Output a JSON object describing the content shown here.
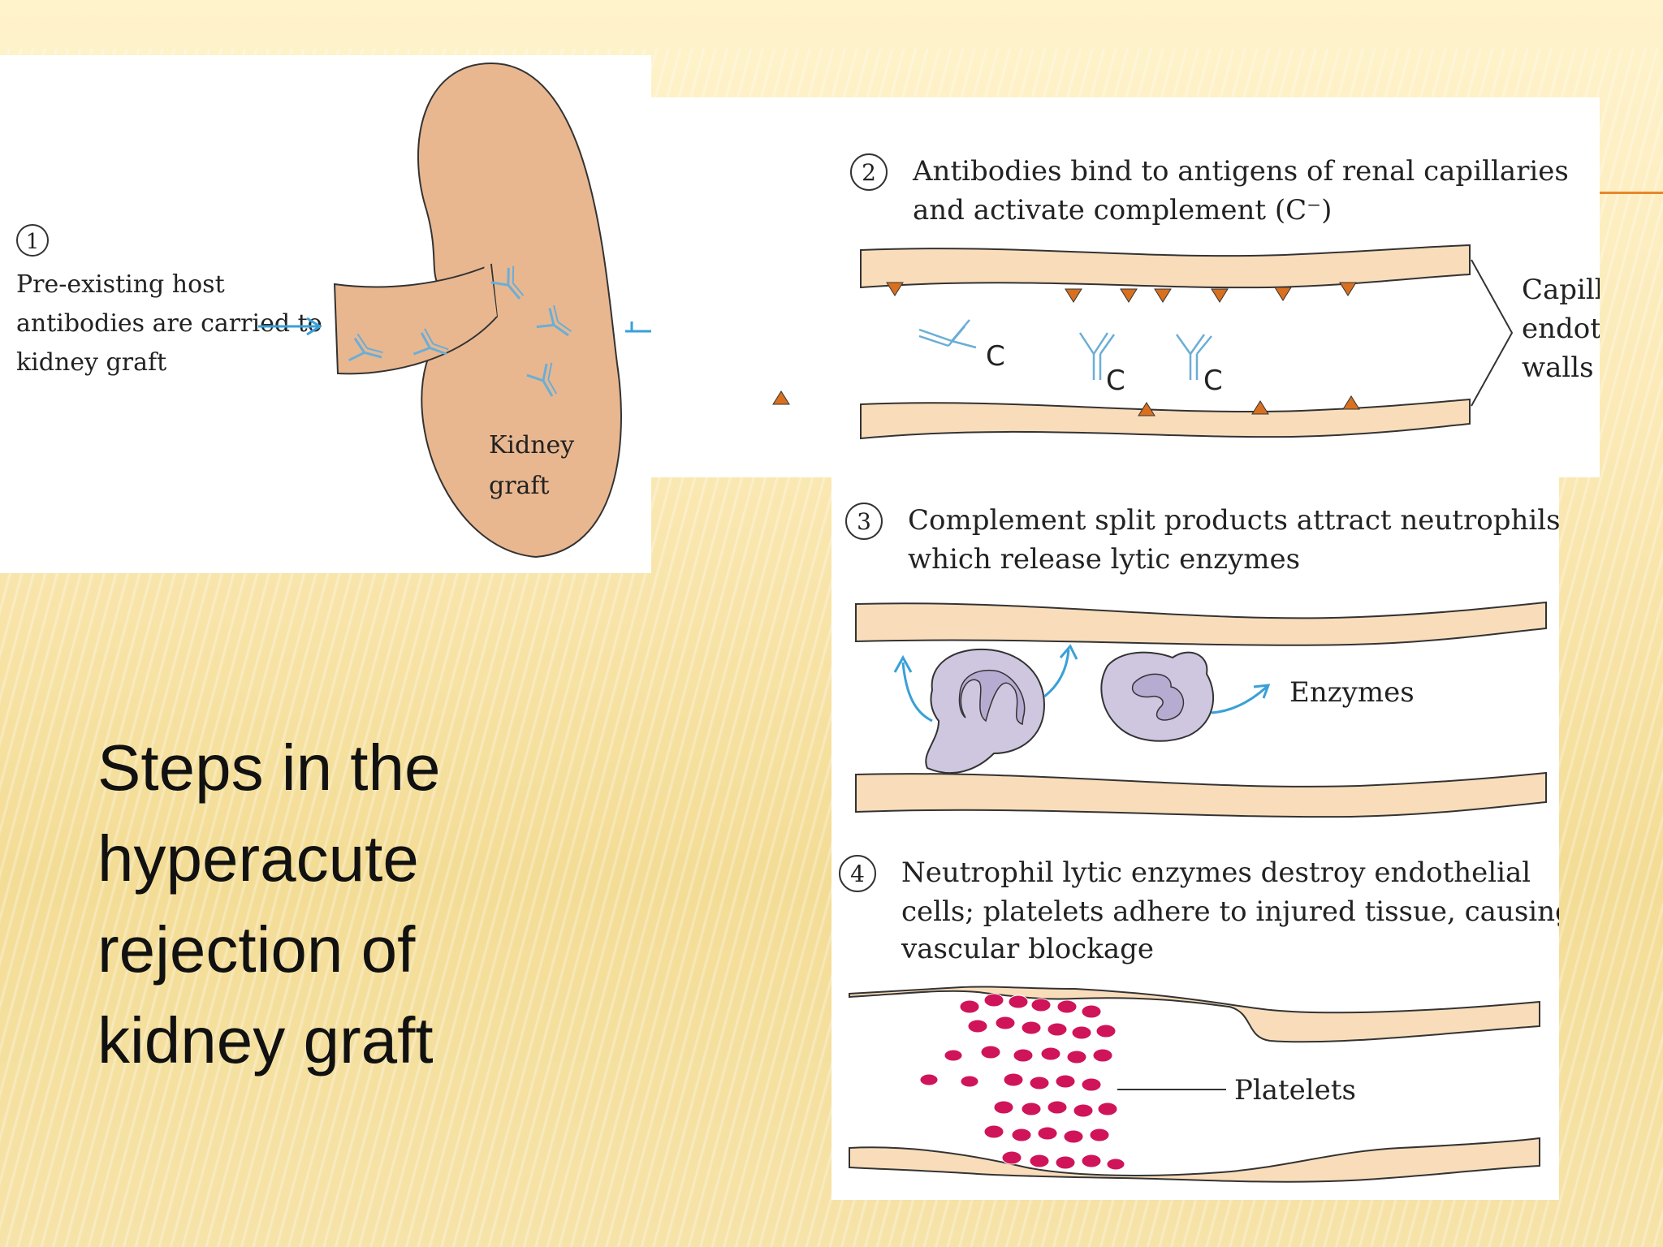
{
  "slide": {
    "title_lines": [
      "Steps in the",
      "hyperacute",
      "rejection of",
      "kidney graft"
    ]
  },
  "step1": {
    "number": "1",
    "text_lines": [
      "Pre-existing host",
      "antibodies are carried to",
      "kidney graft"
    ],
    "kidney_label_lines": [
      "Kidney",
      "graft"
    ]
  },
  "step2": {
    "number": "2",
    "text_lines": [
      "Antibodies bind to antigens of renal capillaries",
      "and activate complement (C⁻)"
    ],
    "complement_label": "C",
    "wall_label_lines": [
      "Capillary",
      "endothelial",
      "walls"
    ]
  },
  "step3": {
    "number": "3",
    "text_lines": [
      "Complement split products attract neutrophils,",
      "which release lytic enzymes"
    ],
    "enzymes_label": "Enzymes"
  },
  "step4": {
    "number": "4",
    "text_lines": [
      "Neutrophil lytic enzymes destroy endothelial",
      "cells; platelets adhere to injured tissue, causing",
      "vascular blockage"
    ],
    "platelets_label": "Platelets"
  },
  "colors": {
    "tissue": "#e8b790",
    "wall": "#f9ddbb",
    "antibody": "#6aaed6",
    "antigen": "#d9701f",
    "platelet": "#d0145a",
    "cell": "#cfc7e0",
    "arrow": "#3aa0d8"
  }
}
